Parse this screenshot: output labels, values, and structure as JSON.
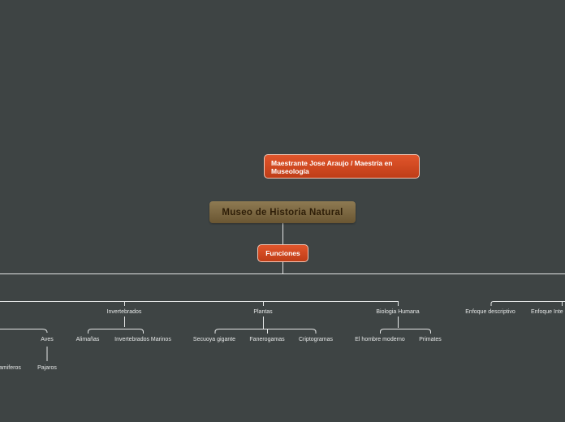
{
  "mindmap": {
    "central": "Museo de Historia Natural",
    "author_note": "Maestrante Jose Araujo / Maestría en Museología",
    "funciones": "Funciones",
    "branches": [
      {
        "label": "Invertebrados",
        "children": [
          "Alimañas",
          "Invertebrados Marinos"
        ]
      },
      {
        "label": "Plantas",
        "children": [
          "Secuoya gigante",
          "Fanerogamas",
          "Criptogramas"
        ]
      },
      {
        "label": "Biologia Humana",
        "children": [
          "El hombre moderno",
          "Primates"
        ]
      },
      {
        "label": "Enfoque descriptivo"
      },
      {
        "label": "Enfoque Inte"
      }
    ],
    "left_partial": {
      "aves": "Aves",
      "pajaros": "Pajaros",
      "mamiferos_fragment": "amiferos"
    }
  },
  "colors": {
    "background": "#3e4444",
    "central_fill": "#7d6943",
    "accent_orange": "#d44a22",
    "connector": "#e8eaea"
  }
}
